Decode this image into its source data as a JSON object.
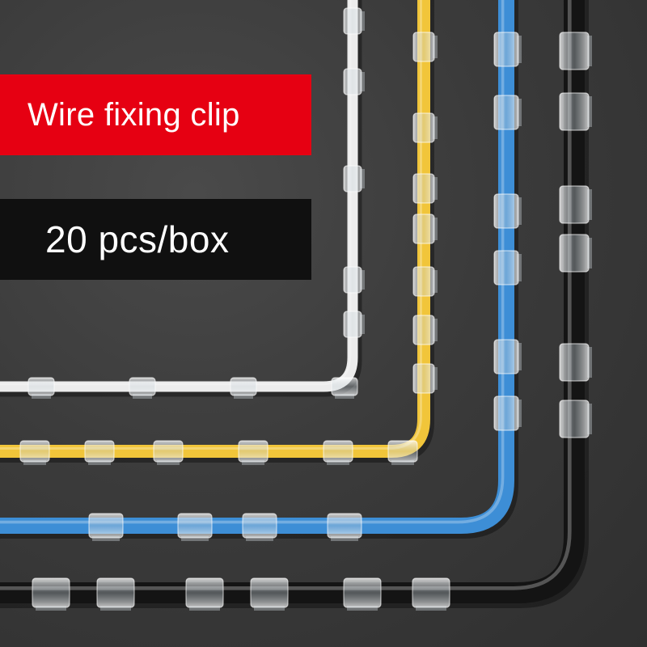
{
  "banner": {
    "title": "Wire fixing clip",
    "quantity": "20 pcs/box"
  },
  "colors": {
    "background": "#3a3a3a",
    "title_banner": "#e60012",
    "quantity_banner": "#101010",
    "cable_white": "#ececec",
    "cable_yellow": "#f1c53a",
    "cable_blue": "#3d8ed6",
    "cable_black": "#141414",
    "clip": "#d9e2e8"
  },
  "cables": [
    {
      "name": "white-cable",
      "color": "#ececec"
    },
    {
      "name": "yellow-cable",
      "color": "#f1c53a"
    },
    {
      "name": "blue-cable",
      "color": "#3d8ed6"
    },
    {
      "name": "black-cable",
      "color": "#141414"
    }
  ]
}
